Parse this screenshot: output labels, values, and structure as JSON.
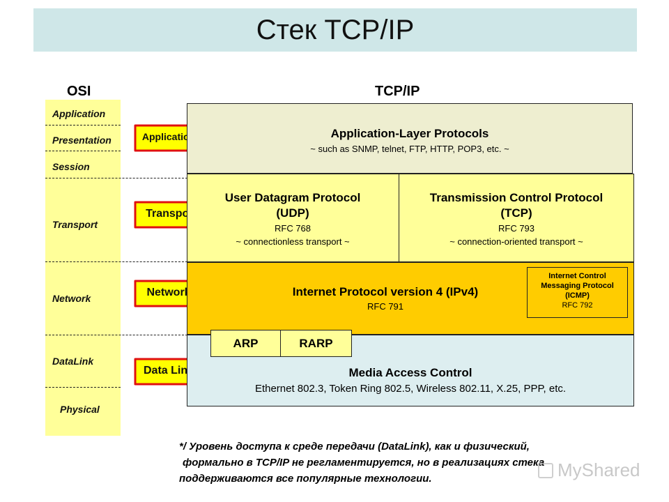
{
  "title": "Стек TCP/IP",
  "headers": {
    "osi": "OSI",
    "tcpip": "TCP/IP"
  },
  "osi_layers": {
    "application": "Application",
    "presentation": "Presentation",
    "session": "Session",
    "transport": "Transport",
    "network": "Network",
    "datalink": "DataLink",
    "physical": "Physical"
  },
  "arrows": {
    "application": "Application",
    "transport": "Transport",
    "network": "Network",
    "datalink": "Data Link"
  },
  "application_layer": {
    "title": "Application-Layer Protocols",
    "subtitle": "~ such as SNMP, telnet, FTP, HTTP, POP3, etc. ~"
  },
  "udp": {
    "title": "User Datagram Protocol",
    "abbr": "(UDP)",
    "rfc": "RFC 768",
    "desc": "~ connectionless transport ~"
  },
  "tcp": {
    "title": "Transmission Control Protocol",
    "abbr": "(TCP)",
    "rfc": "RFC 793",
    "desc": "~ connection-oriented transport ~"
  },
  "ipv4": {
    "title": "Internet Protocol version 4 (IPv4)",
    "rfc": "RFC 791"
  },
  "icmp": {
    "line1": "Internet Control",
    "line2": "Messaging Protocol",
    "line3": "(ICMP)",
    "rfc": "RFC 792"
  },
  "arp": "ARP",
  "rarp": "RARP",
  "mac": {
    "title": "Media Access Control",
    "subtitle": "Ethernet 802.3, Token Ring 802.5, Wireless 802.11, X.25, PPP, etc."
  },
  "footnote": {
    "line1": "*/  Уровень доступа к среде передачи (DataLink), как и физический,",
    "line2": "формально в TCP/IP не регламентируется, но в реализациях стека",
    "line3": "поддерживаются все популярные технологии."
  },
  "watermark": "MyShared",
  "colors": {
    "osi_fill": "#ffff99",
    "arrow_fill": "#ffff00",
    "arrow_stroke": "#e01010",
    "network_fill": "#ffcc00",
    "mac_fill": "#ddeef0"
  }
}
